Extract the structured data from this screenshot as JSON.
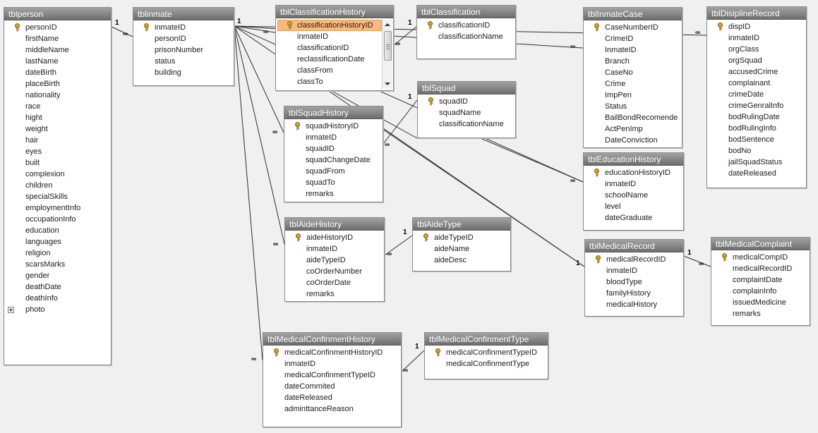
{
  "colors": {
    "title_bar": "#7a7a7a",
    "selection": "#fdb97b",
    "background": "#f0f0f0",
    "relationship_line": "#2f2f2f"
  },
  "relationship_markers": {
    "one": "1",
    "many": "∞"
  },
  "tables": {
    "tblperson": {
      "title": "tblperson",
      "fields": [
        "personID",
        "firstName",
        "middleName",
        "lastName",
        "dateBirth",
        "placeBirth",
        "nationality",
        "race",
        "hight",
        "weight",
        "hair",
        "eyes",
        "built",
        "complexion",
        "children",
        "specialSkills",
        "employmentInfo",
        "occupationInfo",
        "education",
        "languages",
        "religion",
        "scarsMarks",
        "gender",
        "deathDate",
        "deathInfo",
        "photo"
      ]
    },
    "tblinmate": {
      "title": "tblinmate",
      "fields": [
        "inmateID",
        "personID",
        "prisonNumber",
        "status",
        "building"
      ]
    },
    "tblClassificationHistory": {
      "title": "tblClassificationHistory",
      "fields": [
        "classificationHistoryID",
        "inmateID",
        "classificationID",
        "reclassificationDate",
        "classFrom",
        "classTo"
      ]
    },
    "tblClassification": {
      "title": "tblClassification",
      "fields": [
        "classificationID",
        "classificationName"
      ]
    },
    "tblInmateCase": {
      "title": "tblInmateCase",
      "fields": [
        "CaseNumberID",
        "CrimeID",
        "InmateID",
        "Branch",
        "CaseNo",
        "Crime",
        "ImpPen",
        "Status",
        "BailBondRecomende",
        "ActPenImp",
        "DateConviction"
      ]
    },
    "tblDisiplineRecord": {
      "title": "tblDisiplineRecord",
      "fields": [
        "dispID",
        "inmateID",
        "orgClass",
        "orgSquad",
        "accusedCrime",
        "complainant",
        "crimeDate",
        "crimeGenralInfo",
        "bodRulingDate",
        "bodRulingInfo",
        "bodSentence",
        "bodNo",
        "jailSquadStatus",
        "dateReleased"
      ]
    },
    "tblSquad": {
      "title": "tblSquad",
      "fields": [
        "squadID",
        "squadName",
        "classificationName"
      ]
    },
    "tblSquadHistory": {
      "title": "tblSquadHistory",
      "fields": [
        "squadHistoryID",
        "inmateID",
        "squadID",
        "squadChangeDate",
        "squadFrom",
        "squadTo",
        "remarks"
      ]
    },
    "tblEducationHistory": {
      "title": "tblEducationHistory",
      "fields": [
        "educationHistoryID",
        "inmateID",
        "schoolName",
        "level",
        "dateGraduate"
      ]
    },
    "tblAideHistory": {
      "title": "tblAideHistory",
      "fields": [
        "aideHistoryID",
        "inmateID",
        "aideTypeID",
        "coOrderNumber",
        "coOrderDate",
        "remarks"
      ]
    },
    "tblAideType": {
      "title": "tblAideType",
      "fields": [
        "aideTypeID",
        "aideName",
        "aideDesc"
      ]
    },
    "tblMedicalRecord": {
      "title": "tblMedicalRecord",
      "fields": [
        "medicalRecordID",
        "inmateID",
        "bloodType",
        "familyHistory",
        "medicalHistory"
      ]
    },
    "tblMedicalComplaint": {
      "title": "tblMedicalComplaint",
      "fields": [
        "medicalCompID",
        "medicalRecordID",
        "complaintDate",
        "complainInfo",
        "issuedMedicine",
        "remarks"
      ]
    },
    "tblMedicalConfinmentHistory": {
      "title": "tblMedicalConfinmentHistory",
      "fields": [
        "medicalConfinmentHistoryID",
        "inmateID",
        "medicalConfinmentTypeID",
        "dateCommited",
        "dateReleased",
        "adminttanceReason"
      ]
    },
    "tblMedicalConfinmentType": {
      "title": "tblMedicalConfinmentType",
      "fields": [
        "medicalConfinmentTypeID",
        "medicalConfinmentType"
      ]
    }
  }
}
